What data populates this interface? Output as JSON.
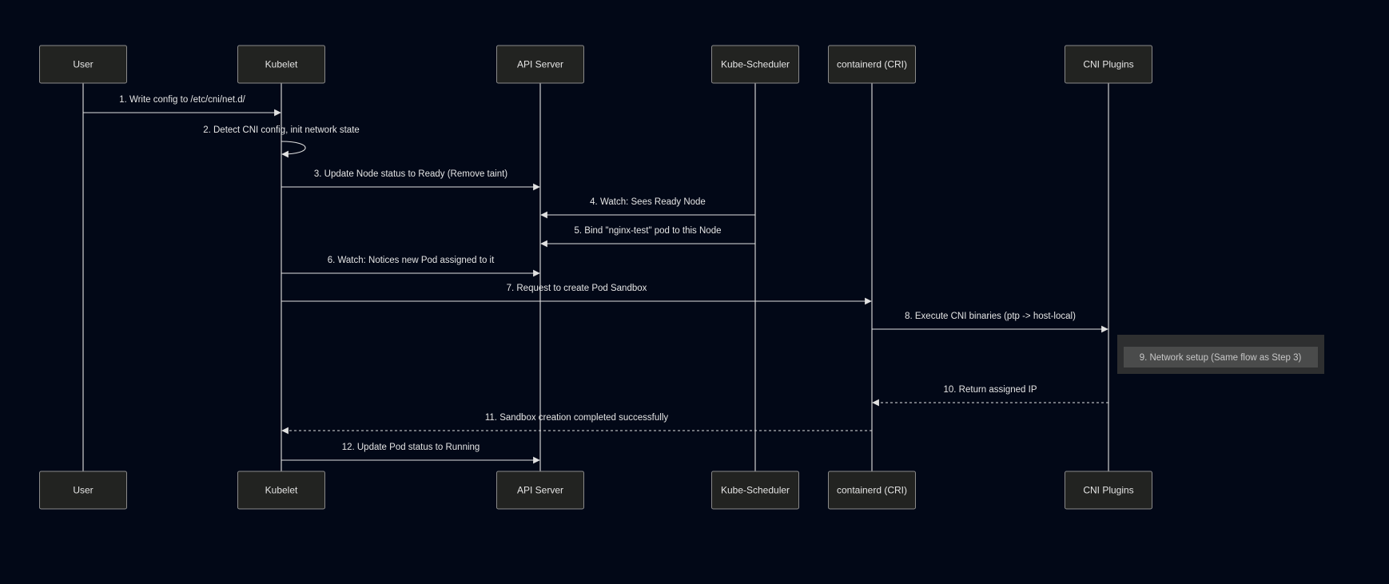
{
  "actors": [
    {
      "id": "user",
      "label": "User"
    },
    {
      "id": "kubelet",
      "label": "Kubelet"
    },
    {
      "id": "apiserver",
      "label": "API Server"
    },
    {
      "id": "scheduler",
      "label": "Kube-Scheduler"
    },
    {
      "id": "containerd",
      "label": "containerd (CRI)"
    },
    {
      "id": "cni",
      "label": "CNI Plugins"
    }
  ],
  "messages": [
    {
      "from": "user",
      "to": "kubelet",
      "label": "1. Write config to /etc/cni/net.d/",
      "style": "solid"
    },
    {
      "from": "kubelet",
      "to": "kubelet",
      "label": "2. Detect CNI config, init network state",
      "style": "self"
    },
    {
      "from": "kubelet",
      "to": "apiserver",
      "label": "3. Update Node status to Ready (Remove taint)",
      "style": "solid"
    },
    {
      "from": "scheduler",
      "to": "apiserver",
      "label": "4. Watch: Sees Ready Node",
      "style": "solid"
    },
    {
      "from": "scheduler",
      "to": "apiserver",
      "label": "5. Bind \"nginx-test\" pod to this Node",
      "style": "solid"
    },
    {
      "from": "kubelet",
      "to": "apiserver",
      "label": "6. Watch: Notices new Pod assigned to it",
      "style": "solid"
    },
    {
      "from": "kubelet",
      "to": "containerd",
      "label": "7. Request to create Pod Sandbox",
      "style": "solid"
    },
    {
      "from": "containerd",
      "to": "cni",
      "label": "8. Execute CNI binaries (ptp -> host-local)",
      "style": "solid"
    },
    {
      "from": "cni",
      "to": "containerd",
      "label": "10. Return assigned IP",
      "style": "dashed"
    },
    {
      "from": "containerd",
      "to": "kubelet",
      "label": "11. Sandbox creation completed successfully",
      "style": "dashed"
    },
    {
      "from": "kubelet",
      "to": "apiserver",
      "label": "12. Update Pod status to Running",
      "style": "solid"
    }
  ],
  "note": {
    "over": "cni",
    "label": "9. Network setup (Same flow as Step 3)"
  },
  "colors": {
    "background": "#020817",
    "actor_fill": "#222321",
    "line": "#e0e0e0"
  }
}
